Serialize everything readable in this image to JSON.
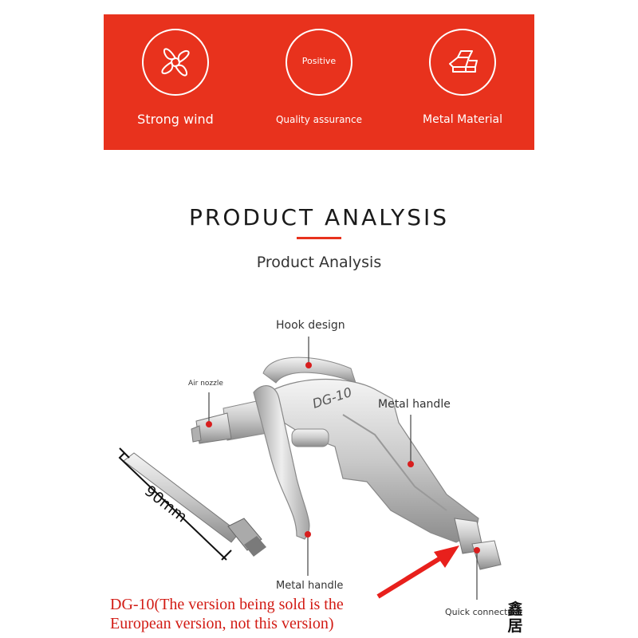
{
  "banner": {
    "accent": "#e8321d",
    "features": [
      {
        "icon": "fan-icon",
        "label": "Strong wind"
      },
      {
        "icon": "badge-icon",
        "circle_text": "Positive",
        "label": "Quality assurance"
      },
      {
        "icon": "metal-bars-icon",
        "label": "Metal Material"
      }
    ]
  },
  "section": {
    "title": "PRODUCT ANALYSIS",
    "subtitle": "Product Analysis"
  },
  "product": {
    "model_mark": "DG-10",
    "callouts": {
      "hook": "Hook design",
      "nozzle": "Air nozzle",
      "metal_handle_top": "Metal handle",
      "metal_handle_bottom": "Metal handle",
      "connector": "Quick connector"
    },
    "extension_length": "90mm"
  },
  "note": {
    "line1": "DG-10(The version being sold is the",
    "line2": "European version, not this version)"
  },
  "watermark": "鑫居"
}
